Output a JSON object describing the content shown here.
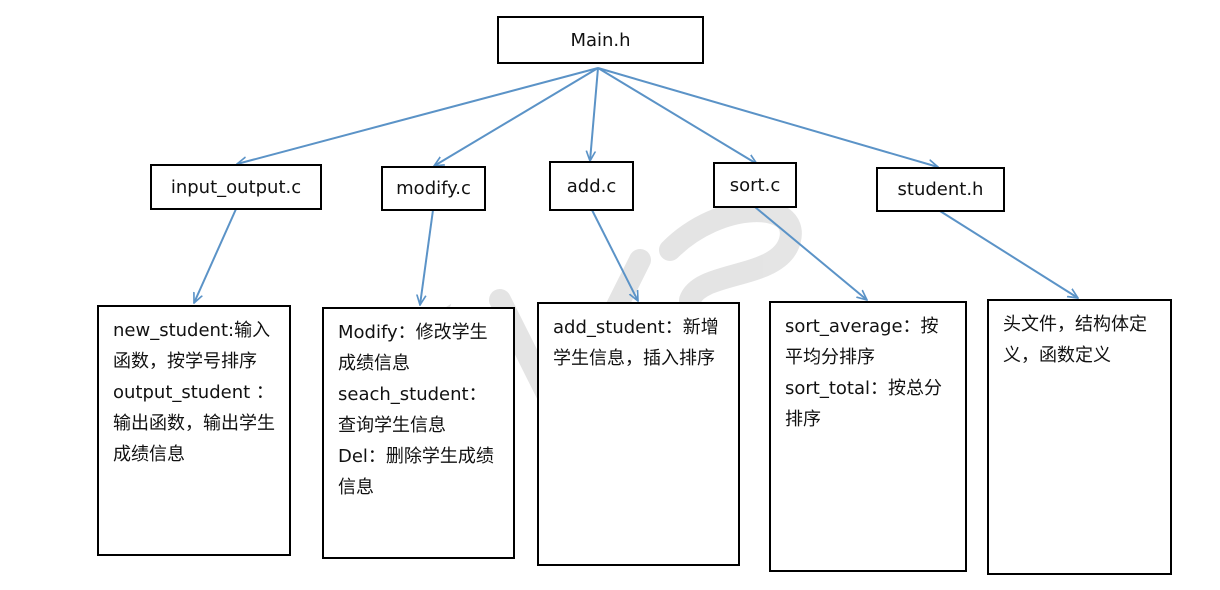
{
  "colors": {
    "arrow": "#5b93c7",
    "border": "#000000",
    "watermark": "#cfcfcf"
  },
  "root": {
    "label": "Main.h"
  },
  "modules": [
    {
      "id": "input_output",
      "label": "input_output.c",
      "desc": [
        "new_student:输入函数，按学号排序",
        "output_student ：输出函数，输出学生成绩信息"
      ]
    },
    {
      "id": "modify",
      "label": "modify.c",
      "desc": [
        "Modify：修改学生成绩信息",
        "seach_student：查询学生信息",
        "Del：删除学生成绩信息"
      ]
    },
    {
      "id": "add",
      "label": "add.c",
      "desc": [
        "add_student：新增学生信息，插入排序"
      ]
    },
    {
      "id": "sort",
      "label": "sort.c",
      "desc": [
        "sort_average：按平均分排序",
        "sort_total：按总分排序"
      ]
    },
    {
      "id": "student",
      "label": "student.h",
      "desc": [
        "头文件，结构体定义，函数定义"
      ]
    }
  ]
}
